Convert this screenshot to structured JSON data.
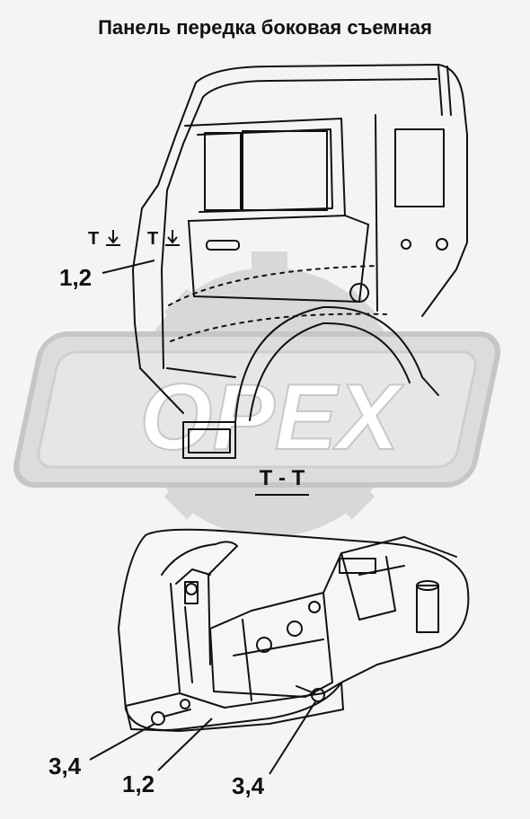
{
  "title": "Панель передка боковая съемная",
  "watermark": "OPEX",
  "section_marker_1": "T",
  "section_marker_2": "T",
  "section_title": "T - T",
  "callouts": {
    "top_part": "1,2",
    "bottom_left_bolt": "3,4",
    "bottom_part": "1,2",
    "bottom_right_bolt": "3,4"
  },
  "colors": {
    "line": "#111111",
    "watermark": "#d2d2d2",
    "background": "#f4f4f2"
  }
}
